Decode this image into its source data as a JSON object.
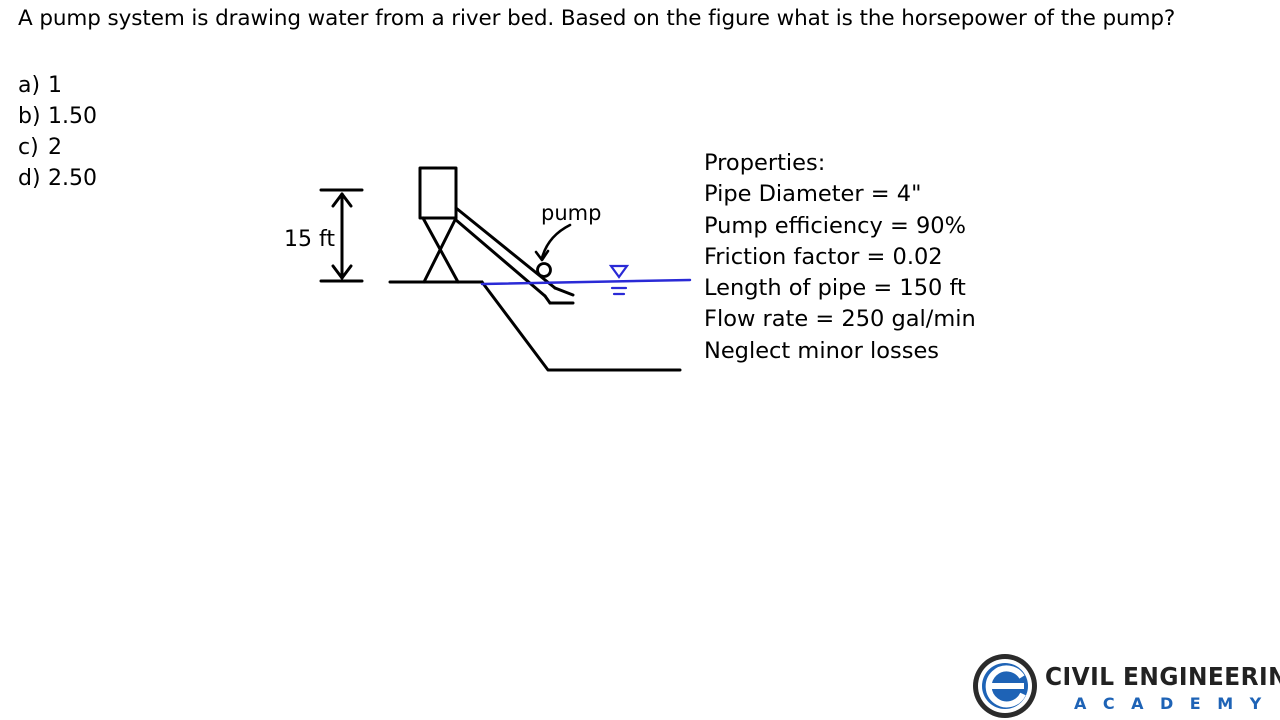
{
  "question": "A pump system is drawing water from a river bed.  Based on the figure what is the horsepower of the pump?",
  "choices": [
    {
      "letter": "a)",
      "value": "1"
    },
    {
      "letter": "b)",
      "value": "1.50"
    },
    {
      "letter": "c)",
      "value": "2"
    },
    {
      "letter": "d)",
      "value": "2.50"
    }
  ],
  "figure": {
    "height_label": "15 ft",
    "pump_label": "pump"
  },
  "properties": {
    "heading": "Properties:",
    "items": [
      "Pipe Diameter = 4\"",
      "Pump efficiency = 90%",
      "Friction factor = 0.02",
      "Length of pipe = 150 ft",
      "Flow rate = 250 gal/min",
      "Neglect minor losses"
    ]
  },
  "logo": {
    "name": "CIVIL ENGINEERING",
    "sub": "ACADEMY",
    "brand_blue": "#1e63b6"
  },
  "colors": {
    "water_surface": "#2a2ad6",
    "lines": "#000000"
  }
}
